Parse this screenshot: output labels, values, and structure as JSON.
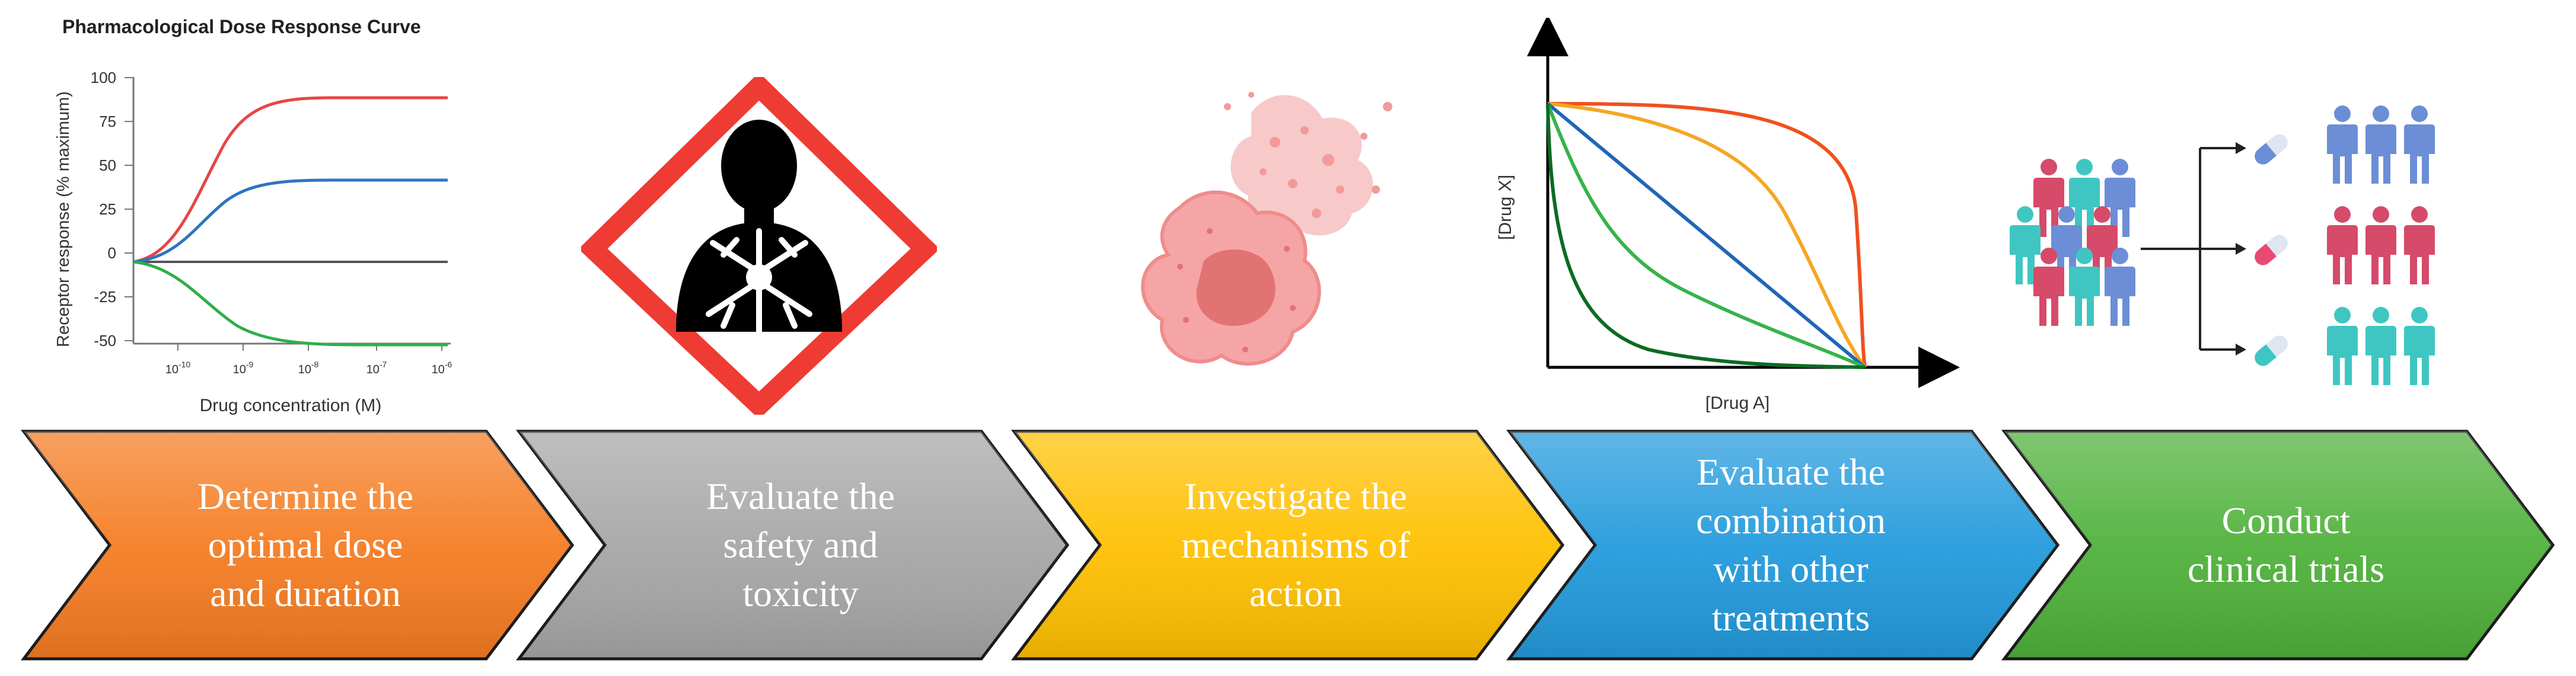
{
  "dose_response": {
    "title": "Pharmacological Dose Response Curve",
    "ylabel": "Receptor response (% maximum)",
    "xlabel": "Drug concentration (M)",
    "y_ticks": [
      "100",
      "75",
      "50",
      "25",
      "0",
      "-25",
      "-50"
    ],
    "x_ticks": [
      {
        "base": "10",
        "exp": "-10"
      },
      {
        "base": "10",
        "exp": "-9"
      },
      {
        "base": "10",
        "exp": "-8"
      },
      {
        "base": "10",
        "exp": "-7"
      },
      {
        "base": "10",
        "exp": "-6"
      }
    ]
  },
  "isobologram": {
    "xlabel": "[Drug A]",
    "ylabel": "[Drug X]"
  },
  "steps": [
    {
      "lines": [
        "Determine the",
        "optimal dose",
        "and duration"
      ],
      "color": "#f57c22"
    },
    {
      "lines": [
        "Evaluate the",
        "safety and",
        "toxicity"
      ],
      "color": "#a6a6a6"
    },
    {
      "lines": [
        "Investigate the",
        "mechanisms of",
        "action"
      ],
      "color": "#ffc000"
    },
    {
      "lines": [
        "Evaluate the",
        "combination",
        "with other",
        "treatments"
      ],
      "color": "#229adc"
    },
    {
      "lines": [
        "Conduct",
        "clinical trials"
      ],
      "color": "#4fb13a"
    }
  ],
  "colors": {
    "red_curve": "#e84545",
    "blue_curve": "#2f74c0",
    "green_curve": "#2fae4a",
    "hazard_red": "#ee3b33",
    "cell_pink": "#f29a9a",
    "person_red": "#d64a6a",
    "person_teal": "#3fc6c2",
    "person_blue": "#6b8ed6"
  }
}
